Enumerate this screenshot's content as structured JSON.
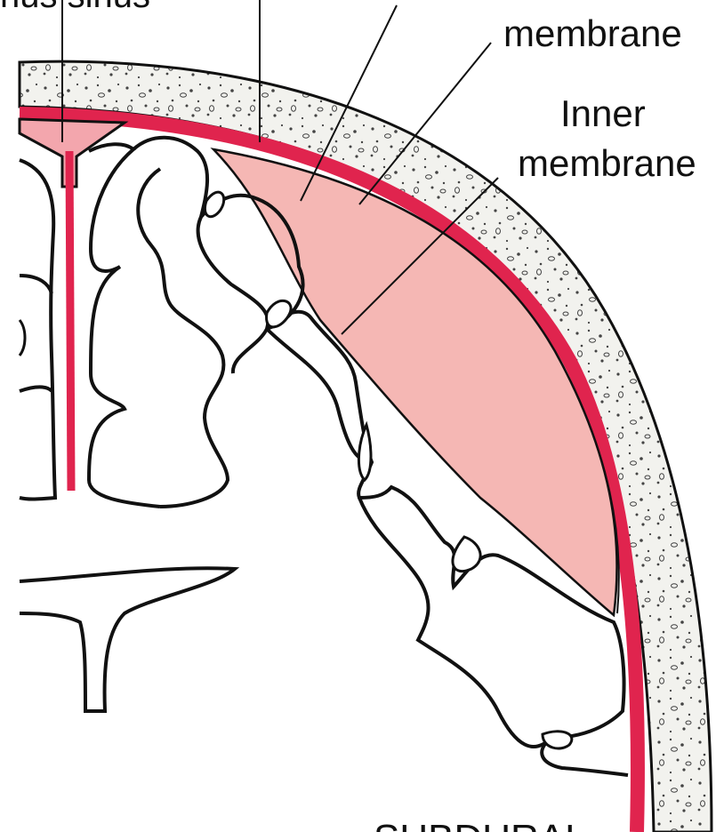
{
  "labels": {
    "top_left_partial": "nus sinus",
    "outer_membrane": "membrane",
    "inner_membrane_line1": "Inner",
    "inner_membrane_line2": "membrane",
    "bottom_partial": "SUBDURAL"
  },
  "colors": {
    "dura": "#e0244e",
    "hematoma": "#f5b7b4",
    "sinus": "#f3a6ad",
    "skull_fill": "#f2f2ee",
    "outline": "#111111"
  }
}
